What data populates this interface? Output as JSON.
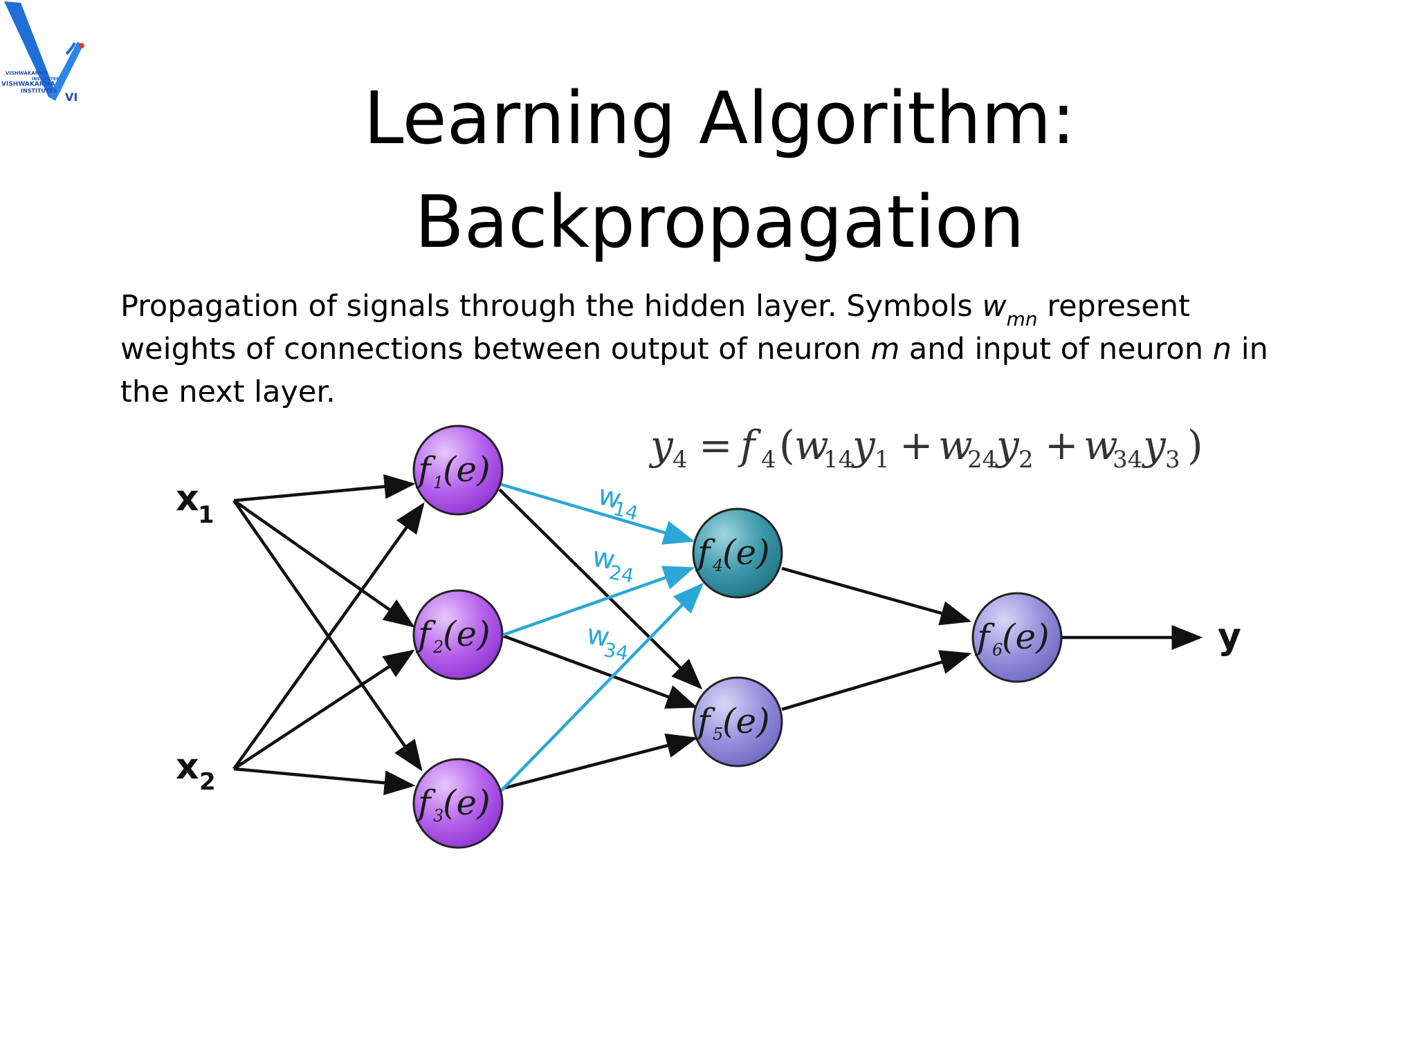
{
  "slide": {
    "title_line1": "Learning Algorithm:",
    "title_line2": "Backpropagation",
    "body": {
      "part1": "Propagation of signals through the hidden layer. Symbols ",
      "symbol": "w",
      "symbol_sub": "mn",
      "part2": " represent weights of connections between output of neuron ",
      "m": "m",
      "part3": " and input of neuron ",
      "n": "n",
      "part4": " in the next layer."
    }
  },
  "logo": {
    "text_line1": "VISHWAKARMA",
    "text_line2": "INSTITUTES",
    "text_line3": "VISHWAKARMA",
    "text_line4": "INSTITUTES",
    "mark": "VI",
    "colors": {
      "blue": "#1f6fd6",
      "red": "#e23b3b"
    }
  },
  "diagram": {
    "inputs": [
      {
        "label": "x",
        "sub": "1"
      },
      {
        "label": "x",
        "sub": "2"
      }
    ],
    "output": {
      "label": "y"
    },
    "neurons": [
      {
        "id": "f1",
        "fn": "f",
        "sub": "1",
        "arg": "(e)",
        "color": "#b05ae8"
      },
      {
        "id": "f2",
        "fn": "f",
        "sub": "2",
        "arg": "(e)",
        "color": "#b05ae8"
      },
      {
        "id": "f3",
        "fn": "f",
        "sub": "3",
        "arg": "(e)",
        "color": "#b05ae8"
      },
      {
        "id": "f4",
        "fn": "f",
        "sub": "4",
        "arg": "(e)",
        "color": "#2f8fa0"
      },
      {
        "id": "f5",
        "fn": "f",
        "sub": "5",
        "arg": "(e)",
        "color": "#8c86d6"
      },
      {
        "id": "f6",
        "fn": "f",
        "sub": "6",
        "arg": "(e)",
        "color": "#8c86d6"
      }
    ],
    "weights": [
      {
        "label": "w",
        "sub": "14"
      },
      {
        "label": "w",
        "sub": "24"
      },
      {
        "label": "w",
        "sub": "34"
      }
    ],
    "formula": {
      "lhs": "y",
      "lhs_sub": "4",
      "eq": "=",
      "fn": "f",
      "fn_sub": "4",
      "open": "(",
      "t1w": "w",
      "t1w_sub": "14",
      "t1y": "y",
      "t1y_sub": "1",
      "plus1": "+",
      "t2w": "w",
      "t2w_sub": "24",
      "t2y": "y",
      "t2y_sub": "2",
      "plus2": "+",
      "t3w": "w",
      "t3w_sub": "34",
      "t3y": "y",
      "t3y_sub": "3",
      "close": ")"
    },
    "colors": {
      "arrow": "#111111",
      "highlight": "#2aa7d6"
    }
  }
}
